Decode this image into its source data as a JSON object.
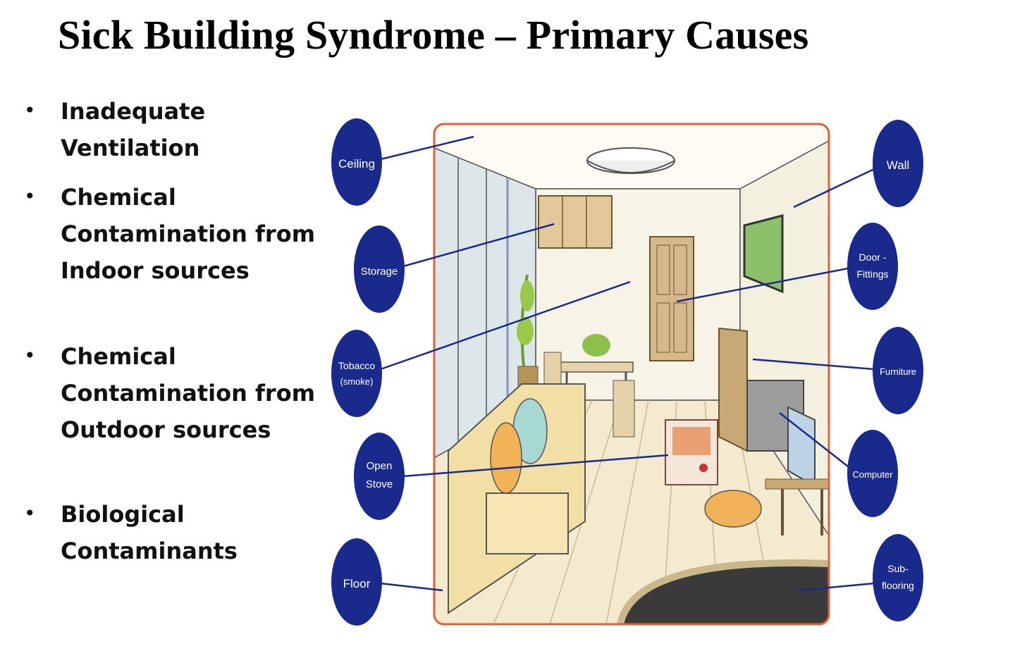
{
  "slide": {
    "title": "Sick Building Syndrome – Primary Causes"
  },
  "bullets": [
    {
      "lines": [
        "Inadequate Ventilation"
      ]
    },
    {
      "lines": [
        "Chemical",
        "Contamination from",
        "Indoor sources"
      ]
    },
    {
      "lines": [
        "Chemical",
        "Contamination from",
        "Outdoor sources"
      ]
    },
    {
      "lines": [
        "Biological",
        "Contaminants"
      ]
    }
  ],
  "bullet_symbol": "•",
  "diagram": {
    "badge_color": "#1a2a8c",
    "frame_color": "#e0603a",
    "labels": {
      "ceiling": [
        "Ceiling"
      ],
      "storage": [
        "Storage"
      ],
      "tobacco": [
        "Tobacco",
        "(smoke)"
      ],
      "open_stove": [
        "Open",
        "Stove"
      ],
      "floor": [
        "Floor"
      ],
      "wall": [
        "Wall"
      ],
      "door": [
        "Door -",
        "Fittings"
      ],
      "furniture": [
        "Furniture"
      ],
      "computer": [
        "Computer"
      ],
      "subflooring": [
        "Sub-",
        "flooring"
      ]
    }
  }
}
